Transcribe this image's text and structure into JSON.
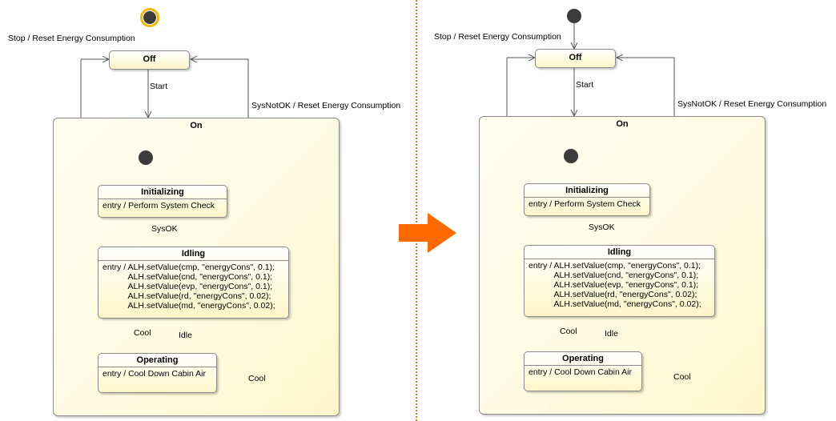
{
  "left": {
    "states": {
      "off": "Off",
      "on": "On",
      "initializing": {
        "name": "Initializing",
        "body": "entry / Perform System Check"
      },
      "idling": {
        "name": "Idling",
        "body": "entry / ALH.setValue(cmp, \"energyCons\", 0.1);\n           ALH.setValue(cnd, \"energyCons\", 0.1);\n           ALH.setValue(evp, \"energyCons\", 0.1);\n           ALH.setValue(rd, \"energyCons\", 0.02);\n           ALH.setValue(md, \"energyCons\", 0.02);"
      },
      "operating": {
        "name": "Operating",
        "body": "entry / Cool Down Cabin Air"
      }
    },
    "transitions": {
      "stop_reset": "Stop / Reset Energy Consumption",
      "start": "Start",
      "sysnotok": "SysNotOK / Reset Energy Consumption",
      "sysok": "SysOK",
      "cool": "Cool",
      "idle": "Idle",
      "cool_self": "Cool"
    }
  },
  "right": {
    "states": {
      "off": "Off",
      "on": "On",
      "initializing": {
        "name": "Initializing",
        "body": "entry / Perform System Check"
      },
      "idling": {
        "name": "Idling",
        "body": "entry / ALH.setValue(cmp, \"energyCons\", 0.1);\n           ALH.setValue(cnd, \"energyCons\", 0.1);\n           ALH.setValue(evp, \"energyCons\", 0.1);\n           ALH.setValue(rd, \"energyCons\", 0.02);\n           ALH.setValue(md, \"energyCons\", 0.02);"
      },
      "operating": {
        "name": "Operating",
        "body": "entry / Cool Down Cabin Air"
      }
    },
    "transitions": {
      "stop_reset": "Stop / Reset Energy Consumption",
      "start": "Start",
      "sysnotok": "SysNotOK / Reset Energy Consumption",
      "sysok": "SysOK",
      "cool": "Cool",
      "idle": "Idle",
      "cool_self": "Cool"
    }
  },
  "colors": {
    "divider": "#f07820",
    "arrow": "#ff6a00",
    "selection": "#f0b800"
  },
  "icons": {
    "transition_arrow": "right-arrow-icon",
    "initial_state": "initial-pseudostate-icon"
  }
}
